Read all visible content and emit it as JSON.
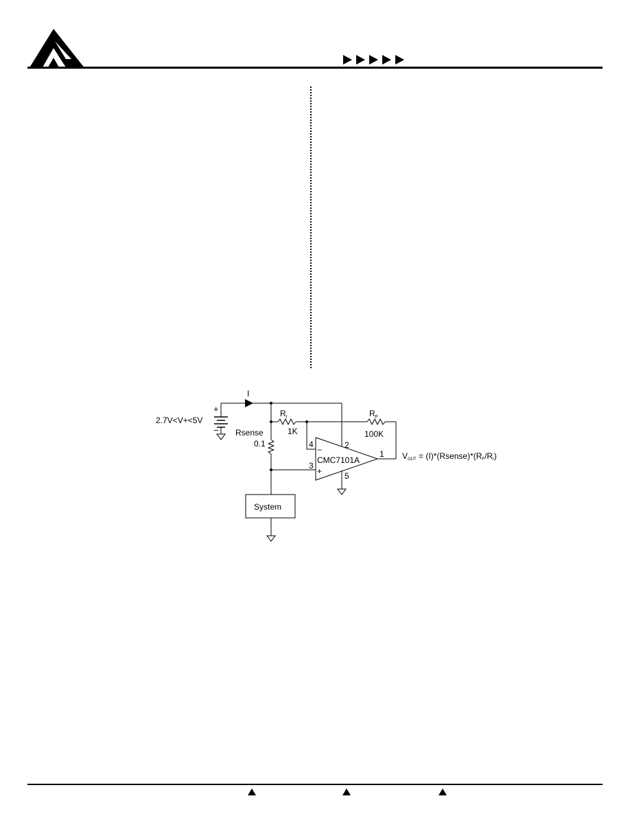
{
  "header": {
    "logo_icon": "triangle-logo-icon",
    "arrow_icons": [
      "arrow-right-icon",
      "arrow-right-icon",
      "arrow-right-icon",
      "arrow-right-icon",
      "arrow-right-icon"
    ]
  },
  "circuit": {
    "current_label": "I",
    "supply_plus": "+",
    "supply_minus": "−",
    "supply_voltage": "2.7V<V+<5V",
    "ri_label": "R",
    "ri_sub": "I",
    "ri_value": "1K",
    "rf_label": "R",
    "rf_sub": "F",
    "rf_value": "100K",
    "rsense_label": "Rsense",
    "rsense_value": "0.1",
    "opamp_name": "CMC7101A",
    "pin1": "1",
    "pin2": "2",
    "pin3": "3",
    "pin4": "4",
    "pin5": "5",
    "inv_sign": "−",
    "noninv_sign": "+",
    "vout_v": "V",
    "vout_sub": "OUT",
    "vout_eq": " = (I)*(Rsense)*(R",
    "vout_rf_sub": "F",
    "vout_slash": "/R",
    "vout_ri_sub": "I",
    "vout_end": ")",
    "system_label": "System"
  },
  "footer": {
    "icons": [
      "triangle-up-icon",
      "triangle-up-icon",
      "triangle-up-icon"
    ]
  }
}
